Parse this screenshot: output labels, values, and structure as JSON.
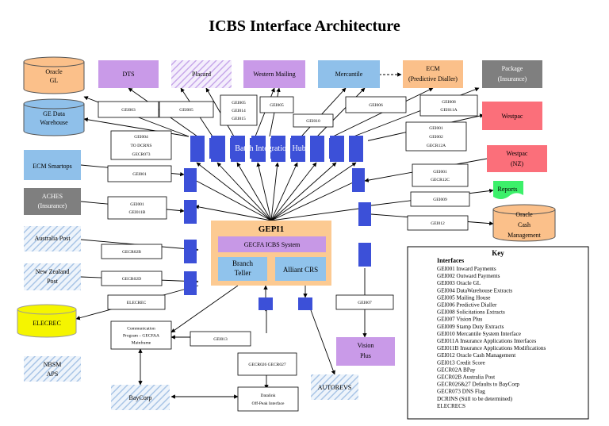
{
  "title": "ICBS Interface Architecture",
  "colors": {
    "orange": "#fbc08a",
    "blue": "#8fc0ea",
    "purple": "#c99ae8",
    "gray": "#7f7f7f",
    "red": "#fb6f7a",
    "green": "#3cf06a",
    "yellow": "#f5f500",
    "hub_block": "#3c50d8",
    "gepi_bg": "#fcca92",
    "gecfa": "#c798e6",
    "inner_blue": "#90c3ec",
    "hatch_blue": "#a9c5e6",
    "hatch_purple": "#c7a7ea"
  },
  "systems": {
    "oracle_gl": [
      "Oracle",
      "GL"
    ],
    "ge_data_warehouse": [
      "GE Data",
      "Warehouse"
    ],
    "ecm_smartops": [
      "ECM Smartops"
    ],
    "aches": [
      "ACHES",
      "(Insurance)"
    ],
    "australia_post": [
      "Australia Post"
    ],
    "new_zealand_post": [
      "New Zealand",
      "Post"
    ],
    "elecrec": [
      "ELECREC"
    ],
    "nbsm_aps": [
      "NBSM",
      "APS"
    ],
    "baycorp": [
      "BayCorp"
    ],
    "dts": [
      "DTS"
    ],
    "placard": [
      "Placard"
    ],
    "western_mailing": [
      "Western Mailing"
    ],
    "mercantile": [
      "Mercantile"
    ],
    "ecm_predictive": [
      "ECM",
      "(Predictive Dialler)"
    ],
    "package": [
      "Package",
      "(Insurance)"
    ],
    "westpac": [
      "Westpac"
    ],
    "westpac_nz": [
      "Westpac",
      "(NZ)"
    ],
    "reports": [
      "Reports"
    ],
    "oracle_cash": [
      "Oracle",
      "Cash",
      "Management"
    ],
    "vision_plus": [
      "Vision",
      "Plus"
    ],
    "autorevs": [
      "AUTOREVS"
    ]
  },
  "hub": {
    "label": "Batch Integration Hub"
  },
  "gepi": {
    "title": "GEPI1",
    "gecfa": "GECFA ICBS System",
    "branch_teller": [
      "Branch",
      "Teller"
    ],
    "alliant": [
      "Alliant CRS"
    ]
  },
  "labels": {
    "comm_program": [
      "Communication",
      "Program – GECFAA",
      "Mainframe"
    ],
    "datalink": [
      "Datalink",
      "Off-Peak Interface"
    ],
    "l_gei003": [
      "GEI003"
    ],
    "l_gei005a": [
      "GEI005"
    ],
    "l_gei005_014_015": [
      "GEI005",
      "GEI014",
      "GEI015"
    ],
    "l_gei005b": [
      "GEI005"
    ],
    "l_gei010": [
      "GEI010"
    ],
    "l_gei006": [
      "GEI006"
    ],
    "l_gei008_011a": [
      "GEI008",
      "GEI011A"
    ],
    "l_gei004": [
      "GEI004",
      "TO DCRNS",
      "GECR073"
    ],
    "l_gei001_002": [
      "GEI001",
      "GEI002",
      "GECR12A"
    ],
    "l_gei001_left": [
      "GEI001"
    ],
    "l_gei001_gecr": [
      "GEI001",
      "GECR12C"
    ],
    "l_gei001_011b": [
      "GEI001",
      "GEI011B"
    ],
    "l_gei009": [
      "GEI009"
    ],
    "l_gei012": [
      "GEI012"
    ],
    "l_gecr02b": [
      "GECR02B"
    ],
    "l_gecr02d": [
      "GECR02D"
    ],
    "l_elecrec": [
      "ELECREC"
    ],
    "l_gei007": [
      "GEI007"
    ],
    "l_gei013": [
      "GEI013"
    ],
    "l_gecr026": [
      "GECR026 GECR027"
    ]
  },
  "key": {
    "title": "Key",
    "subtitle": "Interfaces",
    "items": [
      "GEI001  Inward Payments",
      "GEI002  Outward Payments",
      "GEI003  Oracle GL",
      "GEI004  DataWarehouse Extracts",
      "GEI005  Mailing House",
      "GEI006  Predictive Dialler",
      "GEI008  Solicitations Extracts",
      "GEI007  Vision Plus",
      "GEI009  Stamp Duty Extracts",
      "GEI010  Mercantile System Interface",
      "GEI011A Insurance Applications Interfaces",
      "GEI011B Insurance Applications Modifications",
      "GEI012  Oracle Cash Management",
      "GEI013  Credit Score",
      "GECR02A  BPay",
      "GECR02B  Australia Post",
      "GECR026&27 Defaults to BayCorp",
      "GECR073 DNS Flag",
      "DCRINS  (Still to be determined)",
      "ELECRECS"
    ]
  }
}
